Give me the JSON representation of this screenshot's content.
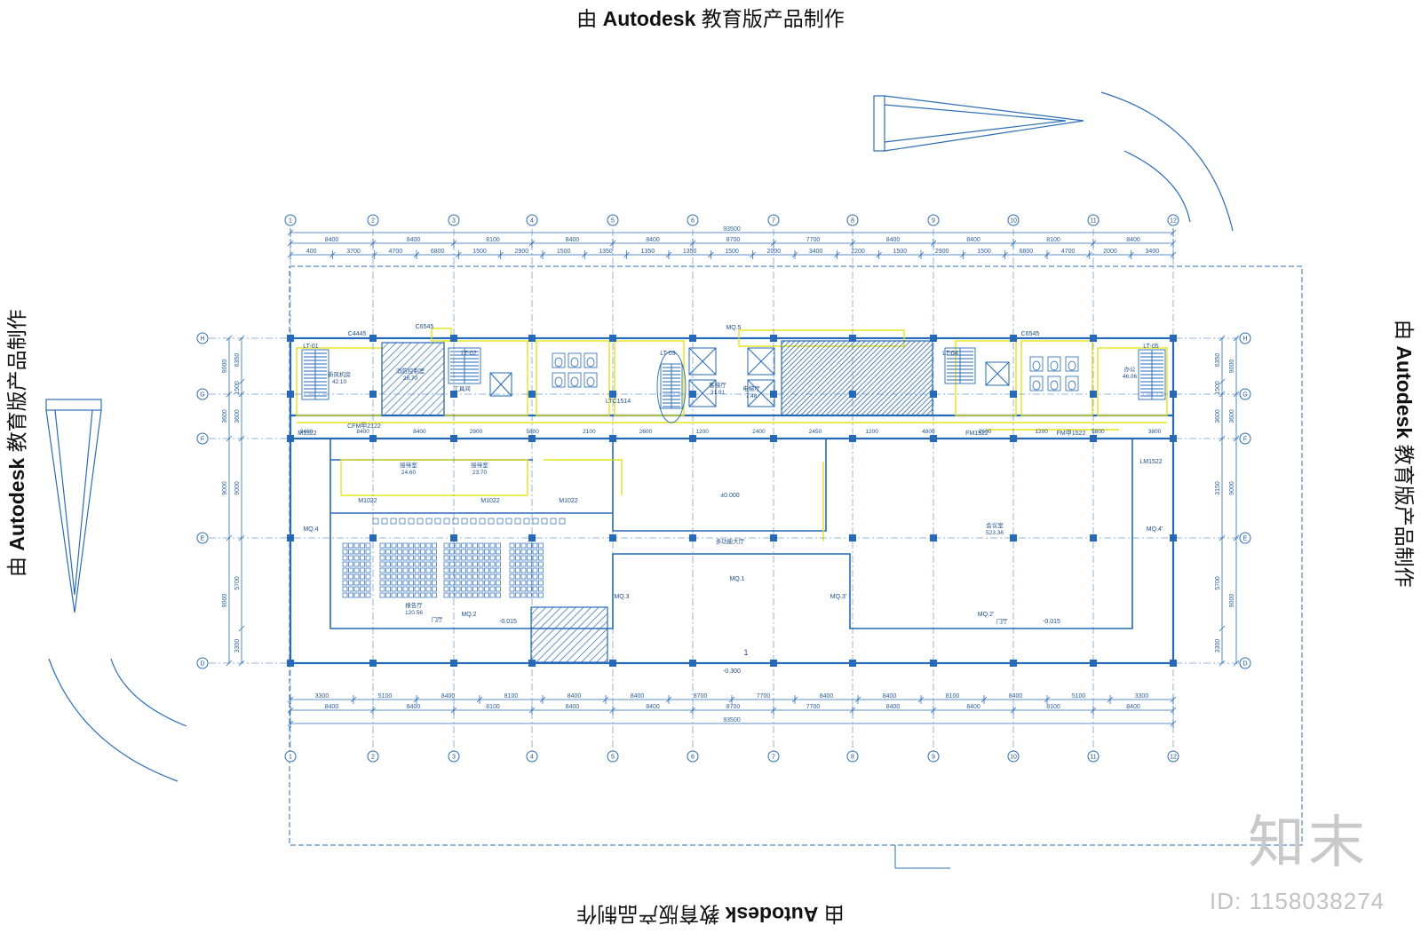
{
  "stamp": {
    "prefix": "由",
    "brand": "Autodesk",
    "suffix": "教育版产品制作"
  },
  "watermark": {
    "logo": "知末",
    "id": "ID: 1158038274"
  },
  "axes": {
    "columns": [
      "1",
      "2",
      "3",
      "4",
      "5",
      "6",
      "7",
      "8",
      "9",
      "10",
      "11",
      "12"
    ],
    "rows": [
      "H",
      "G",
      "F",
      "E",
      "D"
    ]
  },
  "dimensions": {
    "overall": "93500",
    "bays_top": [
      "8400",
      "8400",
      "8100",
      "8400",
      "8400",
      "8700",
      "7700",
      "8400",
      "8400",
      "8100",
      "8400",
      "8400"
    ],
    "bays_bottom": [
      "8400",
      "8400",
      "8100",
      "8400",
      "8400",
      "8700",
      "7700",
      "8400",
      "8400",
      "8100",
      "8400",
      "8400"
    ],
    "sub_top": [
      "400",
      "3700",
      "4700",
      "6800",
      "1500",
      "2900",
      "1500",
      "1350",
      "1350",
      "1350",
      "1500",
      "2000",
      "3400",
      "2200",
      "1500",
      "2900",
      "1500",
      "6800",
      "4700",
      "2000",
      "3400"
    ],
    "sub_bottom": [
      "3300",
      "5100",
      "8400",
      "8100",
      "8400",
      "8400",
      "8700",
      "7700",
      "8400",
      "8400",
      "8100",
      "8400",
      "5100",
      "3300"
    ],
    "rows_left": [
      "6350",
      "1500",
      "3600",
      "9000",
      "5700",
      "3300"
    ],
    "rows_left_total": [
      "9000",
      "3600",
      "9000",
      "9000"
    ],
    "rows_right": [
      "6350",
      "1500",
      "3600",
      "3150",
      "5700",
      "3300"
    ],
    "rows_right_total": [
      "9000",
      "3600",
      "9000",
      "9000"
    ]
  },
  "rooms": [
    {
      "name": "新风机房",
      "area": "42.10"
    },
    {
      "name": "消防控制室",
      "area": "28.70"
    },
    {
      "name": "工具间",
      "area": ""
    },
    {
      "name": "客梯厅",
      "area": "31.91"
    },
    {
      "name": "电梯厅",
      "area": "7.48"
    },
    {
      "name": "办公",
      "area": "46.06"
    },
    {
      "name": "报告厅",
      "area": "120.56"
    },
    {
      "name": "接待室",
      "area": "24.60"
    },
    {
      "name": "接待室",
      "area": "23.70"
    },
    {
      "name": "多功能大厅",
      "area": ""
    },
    {
      "name": "会议室",
      "area": "523.36"
    },
    {
      "name": "门厅",
      "area": ""
    },
    {
      "name": "门厅",
      "area": ""
    }
  ],
  "labels": {
    "elev_000": "±0.000",
    "elev_015_left": "-0.015",
    "elev_015_right": "-0.015",
    "elev_300": "-0.300",
    "mq": [
      "MQ.1",
      "MQ.2",
      "MQ.2'",
      "MQ.3",
      "MQ.3'",
      "MQ.4",
      "MQ.4'",
      "MQ.5"
    ],
    "stair_lt": [
      "LT-01",
      "LT-02",
      "LT-03",
      "LT-04",
      "LT-05"
    ],
    "section": "1",
    "doors": [
      "M1022",
      "M1522",
      "FM1522",
      "LM1522",
      "FM甲1522",
      "C6545",
      "C4445",
      "CFM甲2122",
      "LTC1514"
    ],
    "bays_lower": [
      "8400",
      "8400",
      "8400",
      "2900",
      "5800",
      "2100",
      "2600",
      "1200",
      "2400",
      "2450",
      "1200",
      "4800",
      "2600",
      "1200",
      "5800",
      "3800"
    ]
  }
}
